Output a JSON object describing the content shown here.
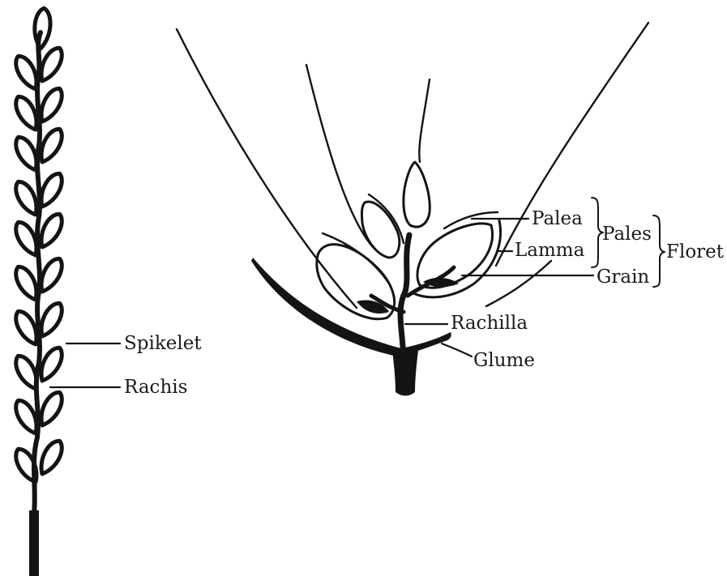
{
  "labels": {
    "spikelet": "Spikelet",
    "rachis": "Rachis",
    "palea": "Palea",
    "lamma": "Lamma",
    "grain": "Grain",
    "pales": "Pales",
    "floret": "Floret",
    "rachilla": "Rachilla",
    "glume": "Glume"
  },
  "colors": {
    "ink": "#141414",
    "background": "#ffffff"
  }
}
